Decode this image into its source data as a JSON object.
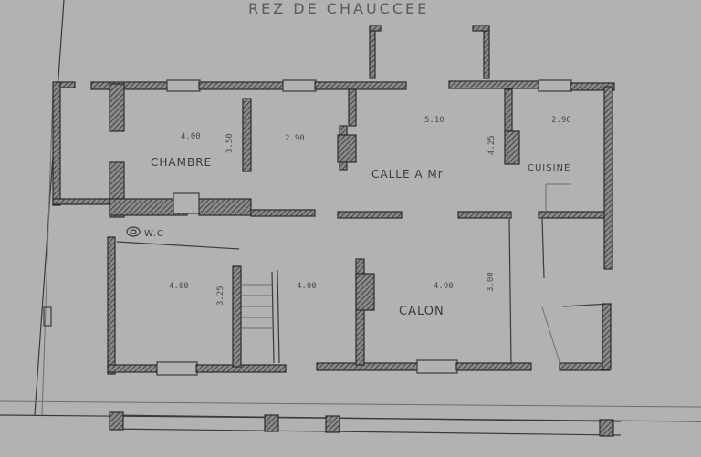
{
  "title": "REZ DE CHAUCCEE",
  "rooms": {
    "chambre": "CHAMBRE",
    "salle": "CALLE A Mr",
    "cuisine": "CUISINE",
    "salon": "CALON",
    "wc": "W.C"
  },
  "dimensions": {
    "chambre_w": "4.00",
    "chambre_h": "3.50",
    "hall_w": "2.90",
    "salle_w": "5.10",
    "salle_h": "4.25",
    "cuisine_w": "2.90",
    "bedroom2_w": "4.00",
    "bedroom2_h": "3.25",
    "corridor_w": "4.00",
    "salon_w": "4.90",
    "salon_h": "3.00"
  }
}
